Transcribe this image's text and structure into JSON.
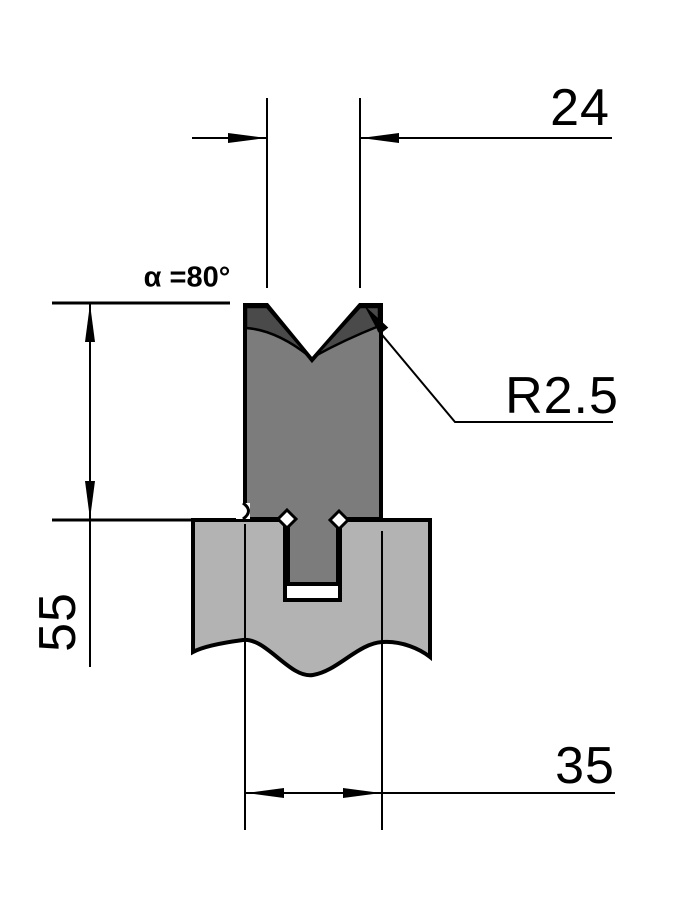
{
  "drawing": {
    "type": "technical-drawing",
    "subject": "Press brake V-die in die holder, cross-section with dimensions",
    "labels": {
      "groove_width": "24",
      "angle": "α =80°",
      "radius": "R2.5",
      "die_height": "55",
      "body_width": "35"
    },
    "colors": {
      "background": "#ffffff",
      "outline": "#000000",
      "die_body": "#7c7c7c",
      "die_facet": "#4a4a4a",
      "holder": "#b3b3b3",
      "gap_white": "#ffffff"
    }
  }
}
